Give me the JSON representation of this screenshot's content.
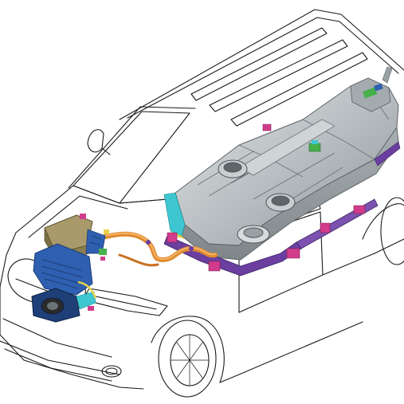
{
  "diagram": {
    "subject": "",
    "components": [
      {
        "id": "car-body",
        "icon": "car-outline-icon"
      },
      {
        "id": "battery-pack",
        "icon": "battery-pack-icon"
      },
      {
        "id": "power-electronics",
        "icon": "inverter-icon"
      },
      {
        "id": "electric-motor",
        "icon": "motor-icon"
      },
      {
        "id": "high-voltage-cable",
        "icon": "cable-icon"
      },
      {
        "id": "battery-mounting-frame",
        "icon": "frame-icon"
      }
    ],
    "colors": {
      "outline": "#1a1a1a",
      "battery_fill": "#b9bfc2",
      "battery_shadow": "#8e969a",
      "battery_highlight": "#e3e7e8",
      "frame": "#6a3fa0",
      "frame_accent": "#d23c8c",
      "cable": "#e08a2e",
      "pe_unit": "#a89a6a",
      "motor": "#2f5fb0",
      "motor_dark": "#1f3f78",
      "connector_cyan": "#3ec7d0",
      "connector_green": "#46b04a",
      "connector_yellow": "#e8d24a"
    }
  }
}
